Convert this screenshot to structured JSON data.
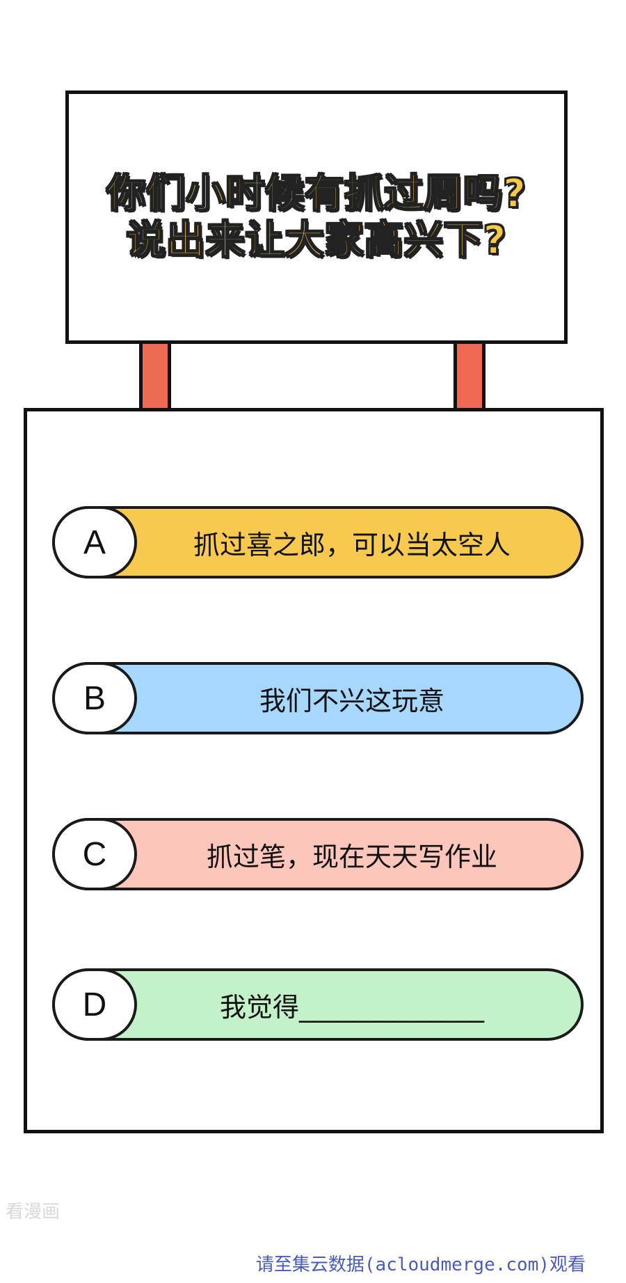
{
  "sign": {
    "title_line_1": "你们小时候有抓过周吗?",
    "title_line_2": "说出来让大家高兴下?"
  },
  "options": [
    {
      "letter": "A",
      "text": "抓过喜之郎，可以当太空人",
      "color": "#f7c94f"
    },
    {
      "letter": "B",
      "text": "我们不兴这玩意",
      "color": "#a6d7fd"
    },
    {
      "letter": "C",
      "text": "抓过笔，现在天天写作业",
      "color": "#fdc6bb"
    },
    {
      "letter": "D",
      "text": "我觉得______________",
      "color": "#c3f2c9"
    }
  ],
  "watermark": "看漫画",
  "footer": {
    "source_note": "请至集云数据(acloudmerge.com)观看"
  },
  "colors": {
    "title_fill": "#f7c948",
    "post": "#ee6a52",
    "outline": "#111111",
    "footer_link": "#4a5bc0"
  }
}
